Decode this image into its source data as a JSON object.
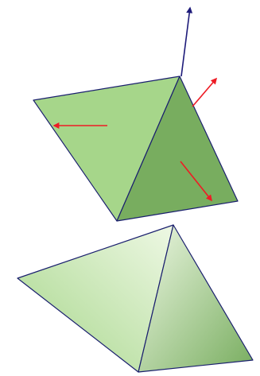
{
  "colors": {
    "edge": "#1a1f6e",
    "face_light": "#a6d68a",
    "face_dark": "#78ad5f",
    "face_highlight": "#eef8e4",
    "arrow_blue": "#1e1b7a",
    "arrow_red": "#ee1c25",
    "background": "#ffffff"
  },
  "diagram": {
    "upper_shape": "tetrahedron with face normal arrows",
    "lower_shape": "shaded tetrahedron",
    "arrows": [
      {
        "name": "up-normal-arrow",
        "color": "blue"
      },
      {
        "name": "left-normal-arrow",
        "color": "red"
      },
      {
        "name": "right-normal-arrow",
        "color": "red"
      },
      {
        "name": "down-right-normal-arrow",
        "color": "red"
      }
    ]
  }
}
